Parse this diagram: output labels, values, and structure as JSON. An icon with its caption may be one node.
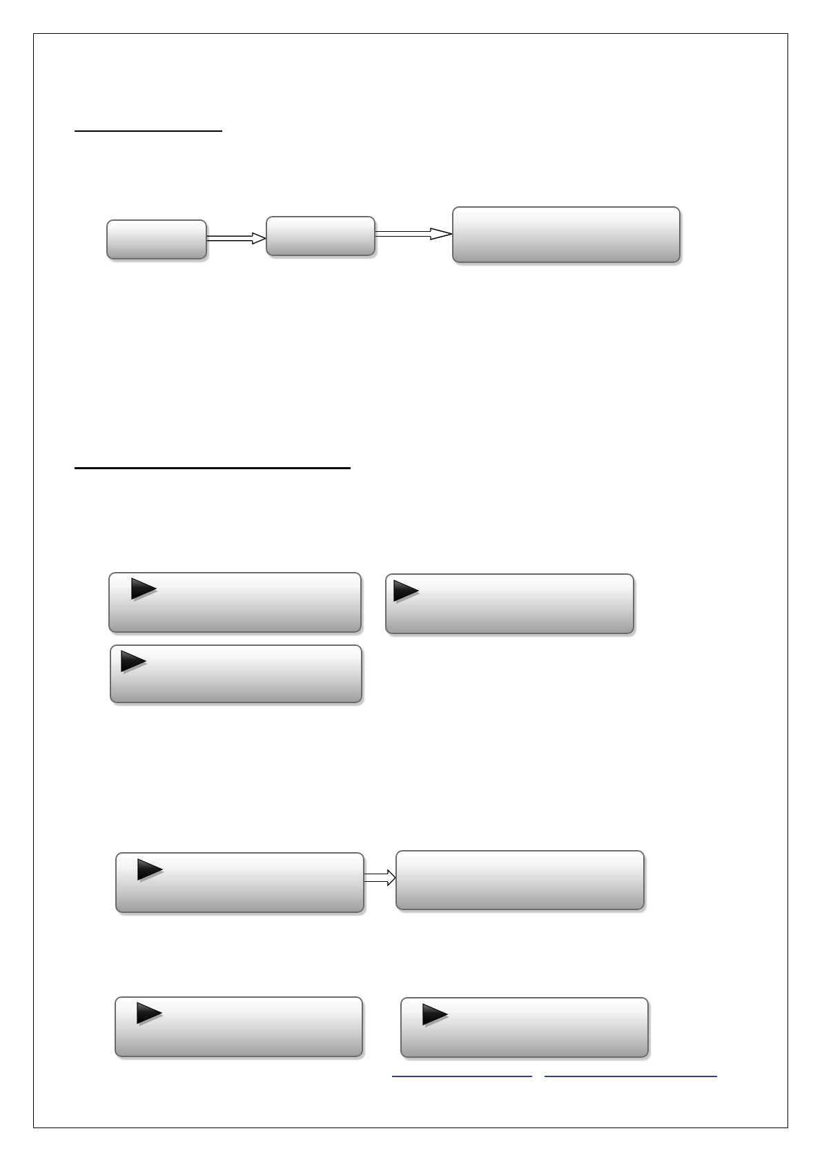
{
  "diagram": {
    "nodes": [
      {
        "text": [],
        "shape": "box"
      },
      {
        "text": [],
        "shape": "box"
      },
      {
        "text": [],
        "shape": "box"
      },
      {
        "text": [],
        "shape": "box"
      },
      {
        "text": [],
        "shape": "box"
      },
      {
        "text": [],
        "shape": "box"
      },
      {
        "text": [],
        "shape": "box"
      },
      {
        "text": [],
        "shape": "box"
      },
      {
        "text": [],
        "shape": "box"
      },
      {
        "text": [],
        "shape": "box"
      }
    ],
    "edges": [
      {
        "from": 0,
        "to": 1,
        "arrow": "to"
      },
      {
        "from": 1,
        "to": 2,
        "arrow": "to"
      },
      {
        "from": 6,
        "to": 7,
        "arrow": "to"
      }
    ]
  }
}
